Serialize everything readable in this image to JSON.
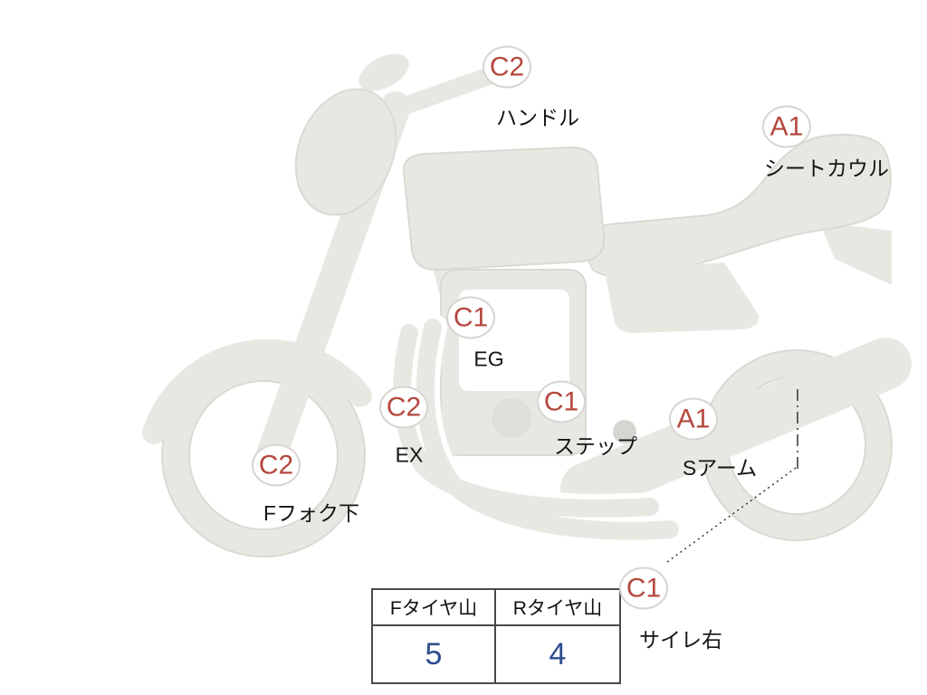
{
  "markers": [
    {
      "part": "handlebar",
      "grade": "C2",
      "label": "ハンドル"
    },
    {
      "part": "seat-cowl",
      "grade": "A1",
      "label": "シートカウル"
    },
    {
      "part": "engine",
      "grade": "C1",
      "label": "EG"
    },
    {
      "part": "exhaust",
      "grade": "C2",
      "label": "EX"
    },
    {
      "part": "step",
      "grade": "C1",
      "label": "ステップ"
    },
    {
      "part": "swing-arm",
      "grade": "A1",
      "label": "Sアーム"
    },
    {
      "part": "front-fork-lower",
      "grade": "C2",
      "label": "Fフォク下"
    },
    {
      "part": "silencer-right",
      "grade": "C1",
      "label": "サイレ右"
    }
  ],
  "tire_table": {
    "columns": [
      {
        "header": "Fタイヤ山",
        "value": "5"
      },
      {
        "header": "Rタイヤ山",
        "value": "4"
      }
    ]
  },
  "colors": {
    "grade_text": "#b5473e",
    "tire_value_text": "#2e4d8f",
    "table_border": "#4a4a4a",
    "bike_fill": "#e8e8e3",
    "bike_outline": "#dadad4"
  }
}
